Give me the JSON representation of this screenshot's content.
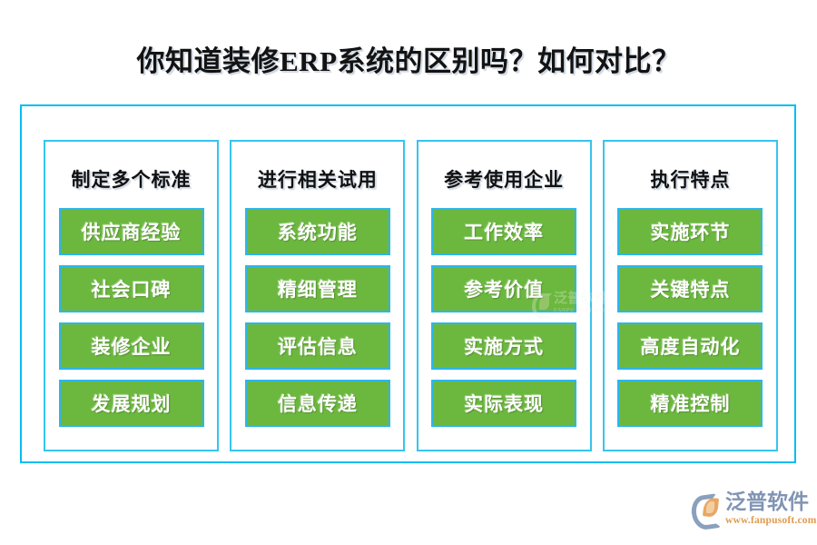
{
  "page": {
    "title": "你知道装修ERP系统的区别吗？如何对比？",
    "background_color": "#ffffff"
  },
  "theme": {
    "frame_border_color": "#00bdf2",
    "column_border_color": "#36c4f0",
    "item_fill_color": "#6cb83f",
    "item_border_color": "#2cb6ee",
    "item_text_color": "#ffffff",
    "header_text_color": "#111111",
    "brand_blue": "#8094b4",
    "brand_orange": "#e09a4e"
  },
  "columns": [
    {
      "header": "制定多个标准",
      "items": [
        {
          "label": "供应商经验"
        },
        {
          "label": "社会口碑"
        },
        {
          "label": "装修企业"
        },
        {
          "label": "发展规划"
        }
      ]
    },
    {
      "header": "进行相关试用",
      "items": [
        {
          "label": "系统功能"
        },
        {
          "label": "精细管理"
        },
        {
          "label": "评估信息"
        },
        {
          "label": "信息传递"
        }
      ]
    },
    {
      "header": "参考使用企业",
      "items": [
        {
          "label": "工作效率"
        },
        {
          "label": "参考价值"
        },
        {
          "label": "实施方式"
        },
        {
          "label": "实际表现"
        }
      ]
    },
    {
      "header": "执行特点",
      "items": [
        {
          "label": "实施环节"
        },
        {
          "label": "关键特点"
        },
        {
          "label": "高度自动化"
        },
        {
          "label": "精准控制"
        }
      ]
    }
  ],
  "watermark": {
    "name_cn": "泛普软件",
    "name_en": "FANPU SOFTWARE"
  },
  "logo": {
    "name_cn": "泛普软件",
    "url": "www.fanpusoft.com"
  }
}
